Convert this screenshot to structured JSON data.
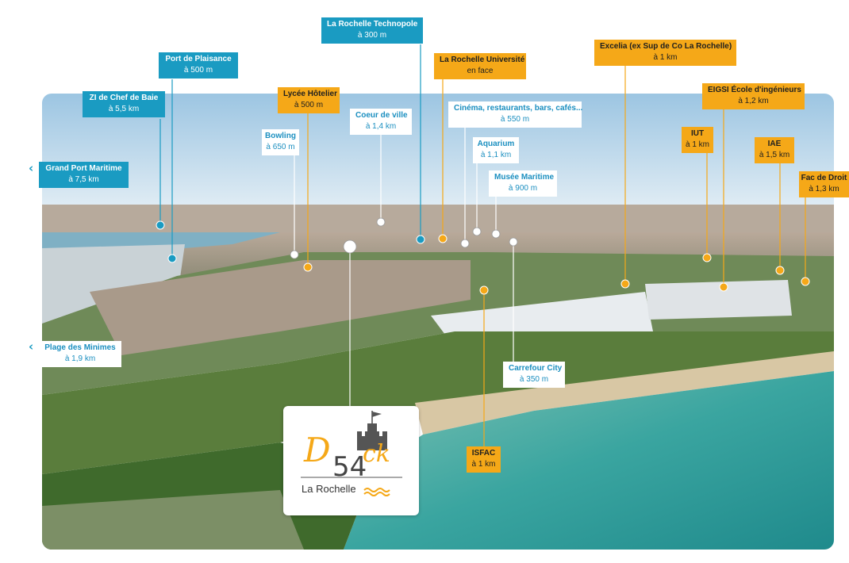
{
  "labels": {
    "technopole": {
      "name": "La Rochelle Technopole",
      "dist": "à 300 m"
    },
    "plaisance": {
      "name": "Port de Plaisance",
      "dist": "à 500 m"
    },
    "chef_de_baie": {
      "name": "ZI de Chef de Baie",
      "dist": "à 5,5 km"
    },
    "grand_port": {
      "name": "Grand Port Maritime",
      "dist": "à 7,5 km"
    },
    "minimes": {
      "name": "Plage des Minimes",
      "dist": "à 1,9 km"
    },
    "lycee": {
      "name": "Lycée Hôtelier",
      "dist": "à 500 m"
    },
    "bowling": {
      "name": "Bowling",
      "dist": "à 650 m"
    },
    "coeur": {
      "name": "Coeur de ville",
      "dist": "à 1,4 km"
    },
    "universite": {
      "name": "La Rochelle Université",
      "dist": "en face"
    },
    "cinema": {
      "name": "Cinéma, restaurants, bars, cafés...",
      "dist": "à 550 m"
    },
    "aquarium": {
      "name": "Aquarium",
      "dist": "à 1,1 km"
    },
    "musee": {
      "name": "Musée Maritime",
      "dist": "à 900 m"
    },
    "excelia": {
      "name": "Excelia (ex Sup de Co La Rochelle)",
      "dist": "à 1 km"
    },
    "eigsi": {
      "name": "EIGSI École d'ingénieurs",
      "dist": "à 1,2 km"
    },
    "iut": {
      "name": "IUT",
      "dist": "à 1 km"
    },
    "iae": {
      "name": "IAE",
      "dist": "à 1,5 km"
    },
    "droit": {
      "name": "Fac de Droit",
      "dist": "à 1,3 km"
    },
    "carrefour": {
      "name": "Carrefour City",
      "dist": "à 350 m"
    },
    "isfac": {
      "name": "ISFAC",
      "dist": "à 1 km"
    }
  },
  "logo": {
    "word_left": "D",
    "word_right": "ck",
    "number": "54",
    "city": "La Rochelle"
  },
  "icons": {
    "back_arrow": "chevron-left-icon",
    "flag": "flag-icon",
    "castle": "castle-icon",
    "waves": "waves-icon"
  },
  "colors": {
    "blue": "#1a9bc2",
    "orange": "#f5a818",
    "sea": "#3aa5a0",
    "sky": "#cfe3ef"
  }
}
